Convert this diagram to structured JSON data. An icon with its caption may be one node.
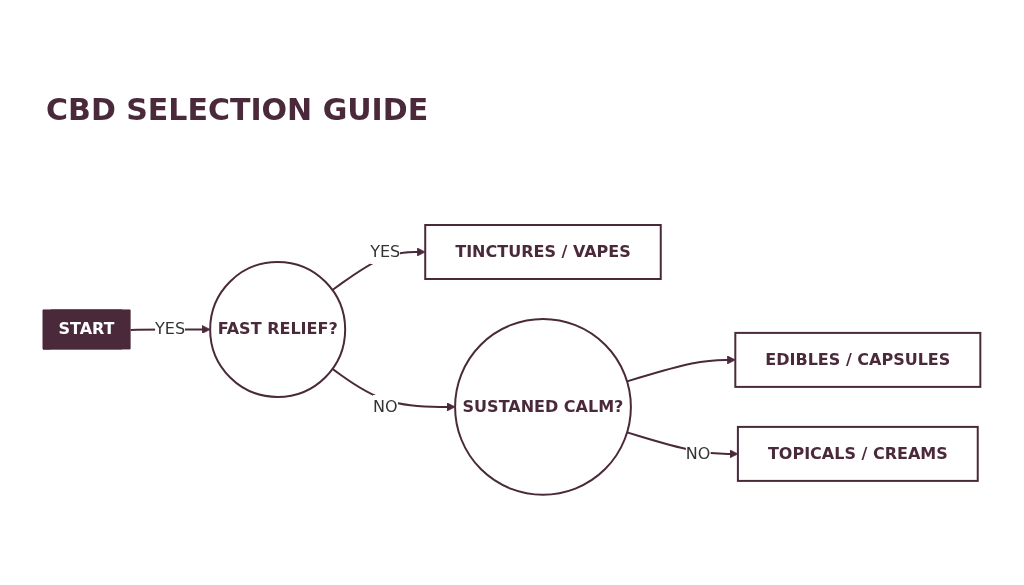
{
  "diagram": {
    "title": "CBD SELECTION GUIDE",
    "nodes": [
      {
        "text": [
          "START"
        ]
      },
      {
        "text": [
          "FAST RELIEF?"
        ]
      },
      {
        "text": [
          "TINCTURES / VAPES"
        ]
      },
      {
        "text": [
          "SUSTANED CALM?"
        ]
      },
      {
        "text": [
          "EDIBLES / CAPSULES"
        ]
      },
      {
        "text": [
          "TOPICALS / CREAMS"
        ]
      }
    ],
    "edges": [
      {
        "from": 0,
        "to": 1,
        "arrow": "to",
        "label": "YES"
      },
      {
        "from": 1,
        "to": 2,
        "arrow": "to",
        "label": "YES"
      },
      {
        "from": 1,
        "to": 3,
        "arrow": "to",
        "label": "NO"
      },
      {
        "from": 3,
        "to": 4,
        "arrow": "to"
      },
      {
        "from": 3,
        "to": 5,
        "arrow": "to",
        "label": "NO"
      }
    ]
  }
}
